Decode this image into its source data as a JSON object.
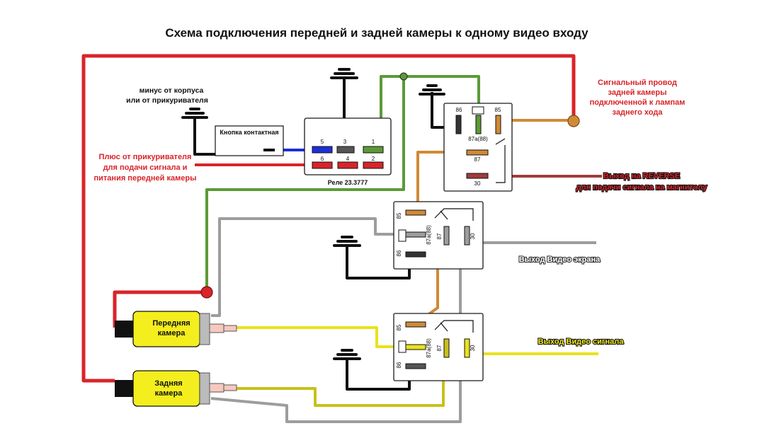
{
  "title": "Схема подключения передней и задней камеры к одному видео входу",
  "labels": {
    "ground_note_line1": "минус от корпуса",
    "ground_note_line2": "или от прикуривателя",
    "button": "Кнопка контактная",
    "plus_line1": "Плюс от прикуривателя",
    "plus_line2": "для подачи сигнала и",
    "plus_line3": "питания передней камеры",
    "relay_name": "Реле 23.3777",
    "signal_line1": "Сигнальный провод",
    "signal_line2": "задней камеры",
    "signal_line3": "подключенной к лампам",
    "signal_line4": "заднего хода",
    "reverse_line1": "Выход на REVERSE",
    "reverse_line2": "для подачи сигнала на магнитолу",
    "screen_out": "Выход Видео экрана",
    "video_out": "Выход Видео сигнала",
    "front_cam_line1": "Передняя",
    "front_cam_line2": "камера",
    "rear_cam_line1": "Задняя",
    "rear_cam_line2": "камера"
  },
  "relay_pins": [
    "5",
    "3",
    "1",
    "6",
    "4",
    "2"
  ],
  "relay4_pins": [
    "86",
    "85",
    "87a(88)",
    "87",
    "30"
  ],
  "colors": {
    "red": "#d8242a",
    "green": "#5c9a36",
    "orange": "#d08a36",
    "gray": "#9d9d9d",
    "yellow": "#e8e21c",
    "yellow_dark": "#c8c01a",
    "blue": "#1b2fd8",
    "black": "#111111",
    "brown": "#a13b3b",
    "camera_yellow": "#f4ee1e"
  }
}
